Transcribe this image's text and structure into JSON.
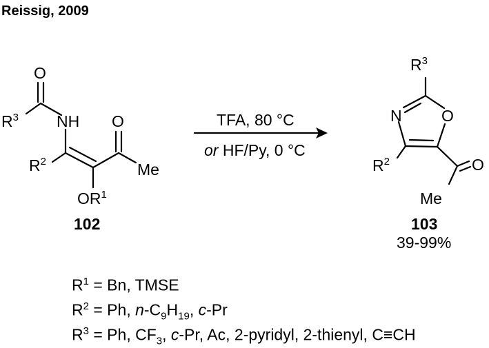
{
  "title": "Reissig, 2009",
  "reactant": {
    "compound_number": "102",
    "atoms": {
      "carbonyl_O": "O",
      "R3": "R",
      "R3_sup": "3",
      "NH": "NH",
      "R2": "R",
      "R2_sup": "2",
      "ketone_O": "O",
      "Me": "Me",
      "OR1": "OR",
      "OR1_sup": "1"
    }
  },
  "conditions": {
    "line1": "TFA, 80 °C",
    "line2_or": "or",
    "line2_rest": " HF/Py, 0 °C"
  },
  "product": {
    "compound_number": "103",
    "yield": "39-99%",
    "atoms": {
      "R3": "R",
      "R3_sup": "3",
      "N": "N",
      "O_ring": "O",
      "R2": "R",
      "R2_sup": "2",
      "ketone_O": "O",
      "Me": "Me"
    }
  },
  "substituents": {
    "r1": {
      "R": "R",
      "sup": "1",
      "eq": " = Bn, TMSE"
    },
    "r2": {
      "R": "R",
      "sup": "2",
      "eq": " = Ph, ",
      "n": "n",
      "dash": "-C",
      "sub9": "9",
      "H": "H",
      "sub19": "19",
      "comma": ", ",
      "c": "c",
      "pr": "-Pr"
    },
    "r3": {
      "R": "R",
      "sup": "3",
      "eq1": " = Ph, CF",
      "sub3": "3",
      "eq2": ", ",
      "c": "c",
      "eq3": "-Pr, Ac, 2-pyridyl, 2-thienyl, C",
      "triple": "≡",
      "CH": "CH"
    }
  }
}
